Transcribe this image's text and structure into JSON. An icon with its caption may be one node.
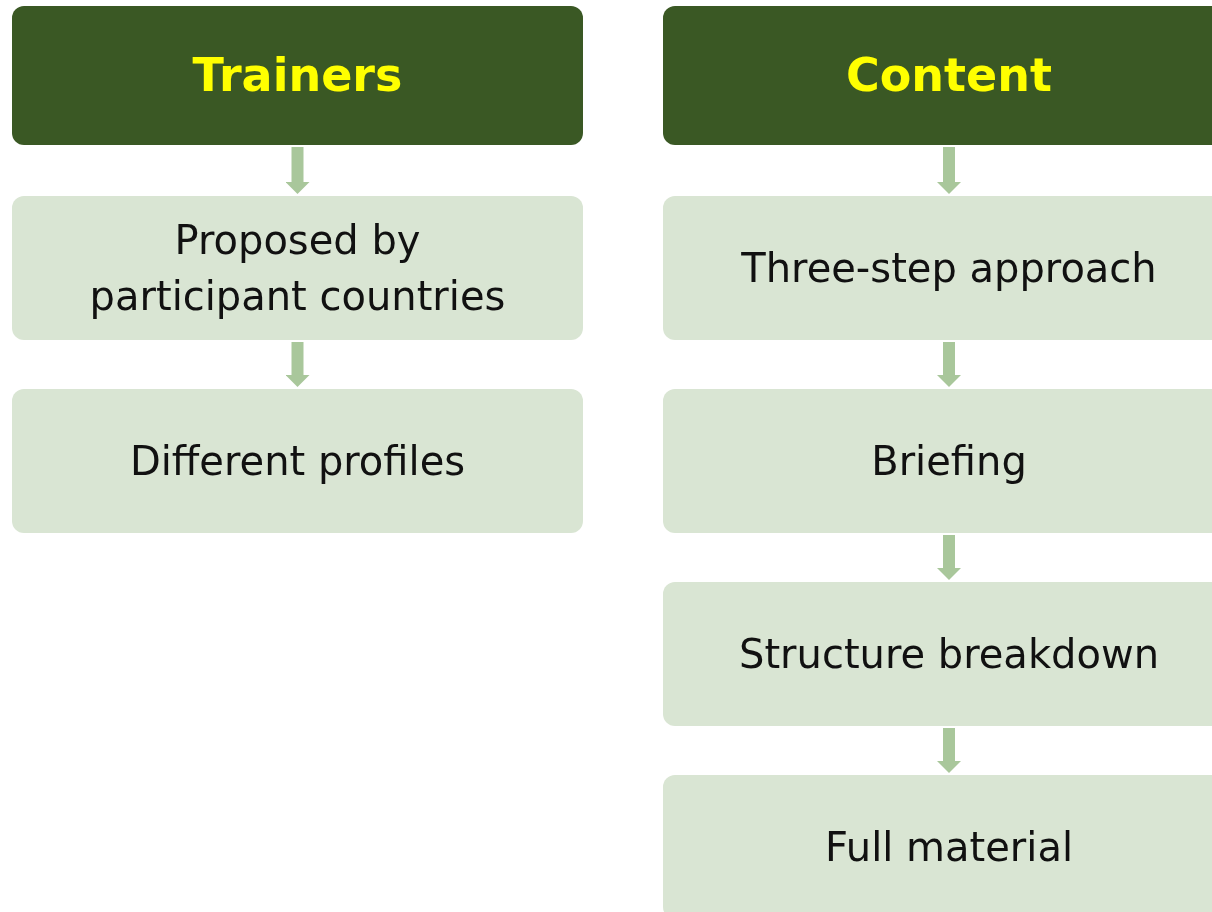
{
  "diagram": {
    "nodes": [
      {
        "text": [
          "Trainers"
        ]
      },
      {
        "text": [
          "Proposed by participant countries"
        ]
      },
      {
        "text": [
          "Different profiles"
        ]
      },
      {
        "text": [
          "Content"
        ]
      },
      {
        "text": [
          "Three-step approach"
        ]
      },
      {
        "text": [
          "Briefing"
        ]
      },
      {
        "text": [
          "Structure breakdown"
        ]
      },
      {
        "text": [
          "Full material"
        ]
      }
    ],
    "edges": [
      {
        "from": 0,
        "to": 1,
        "arrow": "to"
      },
      {
        "from": 1,
        "to": 2,
        "arrow": "to"
      },
      {
        "from": 3,
        "to": 4,
        "arrow": "to"
      },
      {
        "from": 4,
        "to": 5,
        "arrow": "to"
      },
      {
        "from": 5,
        "to": 6,
        "arrow": "to"
      },
      {
        "from": 6,
        "to": 7,
        "arrow": "to"
      }
    ]
  }
}
